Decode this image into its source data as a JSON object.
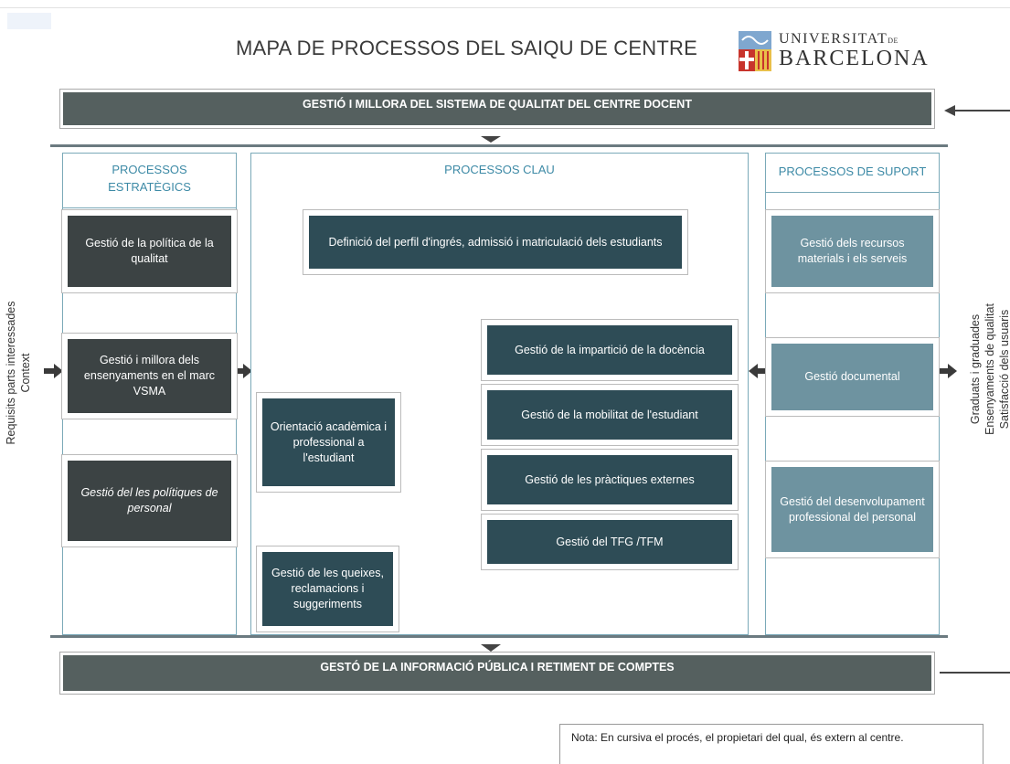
{
  "header": {
    "title": "MAPA DE PROCESSOS DEL SAIQU DE CENTRE",
    "logo_line1": "UNIVERSITAT",
    "logo_line1_small": "DE",
    "logo_line2": "BARCELONA"
  },
  "top_bar": "GESTIÓ I MILLORA DEL SISTEMA DE QUALITAT DEL CENTRE DOCENT",
  "bottom_bar": "GESTÓ DE LA INFORMACIÓ PÚBLICA I RETIMENT DE COMPTES",
  "left_side": {
    "line1": "Requisits parts interessades",
    "line2": "Context"
  },
  "right_side": {
    "line1": "Graduats i graduades",
    "line2": "Ensenyaments de qualitat",
    "line3": "Satisfacció dels usuaris"
  },
  "strategic": {
    "heading": "PROCESSOS ESTRATÈGICS",
    "items": [
      "Gestió de la política de la qualitat",
      "Gestió i millora dels ensenyaments en el marc VSMA",
      "Gestió del les polítiques de personal"
    ]
  },
  "key": {
    "heading": "PROCESSOS CLAU",
    "admission": "Definició del perfil d'ingrés, admissió i matriculació dels estudiants",
    "orientation": "Orientació acadèmica i professional a l'estudiant",
    "complaints": "Gestió de les queixes, reclamacions i suggeriments",
    "group": [
      "Gestió  de la impartició de la docència",
      "Gestió de la mobilitat de l'estudiant",
      "Gestió de les pràctiques externes",
      "Gestió del TFG /TFM"
    ]
  },
  "support": {
    "heading": "PROCESSOS DE SUPORT",
    "items": [
      "Gestió dels recursos materials i els serveis",
      "Gestió documental",
      "Gestió del desenvolupament professional del personal"
    ]
  },
  "note": "Nota: En cursiva el procés, el propietari del qual, és extern al centre.",
  "colors": {
    "bar": "#55605f",
    "strategic_box": "#3c4344",
    "key_box": "#2e4c56",
    "support_box": "#6e93a0",
    "heading": "#3d8aa6",
    "connector": "#8fb1bd"
  },
  "icons": [
    "shield-icon",
    "arrow-right-icon",
    "arrow-left-icon",
    "arrow-down-icon"
  ]
}
